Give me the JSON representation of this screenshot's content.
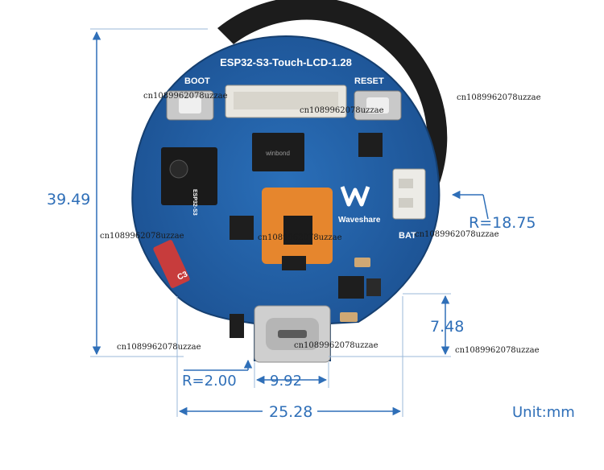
{
  "board": {
    "title": "ESP32-S3-Touch-LCD-1.28",
    "boot_label": "BOOT",
    "reset_label": "RESET",
    "brand_label": "Waveshare",
    "bat_label": "BAT",
    "chip_winbond": "winbond",
    "chip_espressif": "ESP32-S3"
  },
  "dimensions": {
    "height": "39.49",
    "radius_outer": "R=18.75",
    "connector_height": "7.48",
    "radius_corner": "R=2.00",
    "usb_width": "9.92",
    "bottom_width": "25.28"
  },
  "unit_label": "Unit:mm",
  "watermark": "cn1089962078uzzae",
  "colors": {
    "dimension": "#2f6fb8",
    "pcb": "#1f5fa8",
    "pcb_dark": "#174b86"
  }
}
